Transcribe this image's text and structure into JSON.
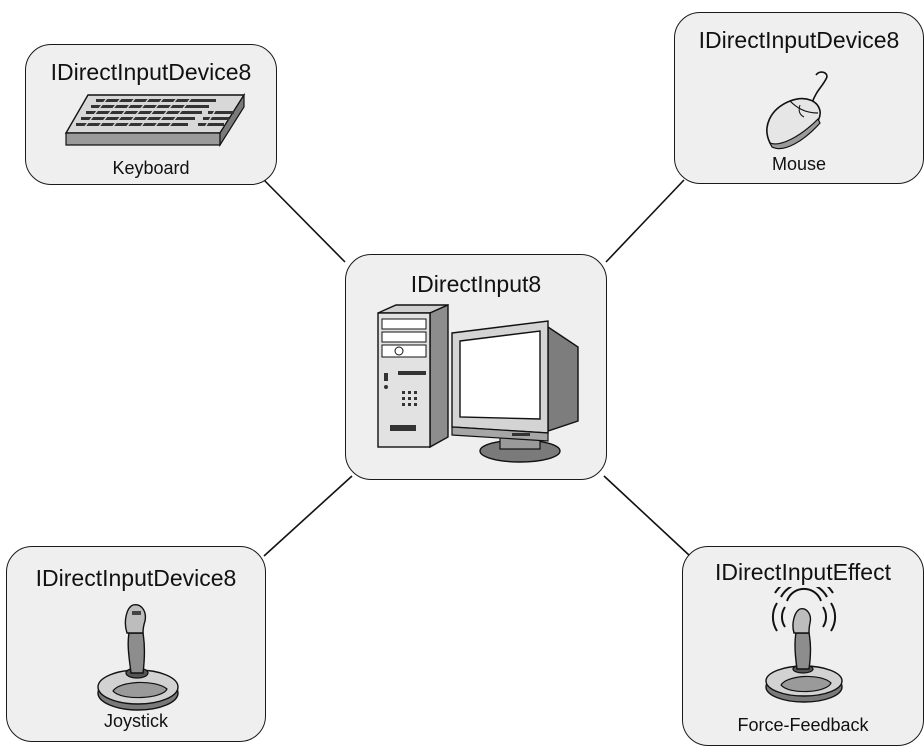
{
  "diagram": {
    "center": {
      "title": "IDirectInput8",
      "icon": "desktop-computer-icon"
    },
    "keyboard": {
      "title": "IDirectInputDevice8",
      "caption": "Keyboard",
      "icon": "keyboard-icon"
    },
    "mouse": {
      "title": "IDirectInputDevice8",
      "caption": "Mouse",
      "icon": "mouse-icon"
    },
    "joystick": {
      "title": "IDirectInputDevice8",
      "caption": "Joystick",
      "icon": "joystick-icon"
    },
    "force_feedback": {
      "title": "IDirectInputEffect",
      "caption": "Force-Feedback",
      "icon": "force-feedback-joystick-icon"
    },
    "connections": [
      [
        "center",
        "keyboard"
      ],
      [
        "center",
        "mouse"
      ],
      [
        "center",
        "joystick"
      ],
      [
        "center",
        "force_feedback"
      ]
    ]
  }
}
